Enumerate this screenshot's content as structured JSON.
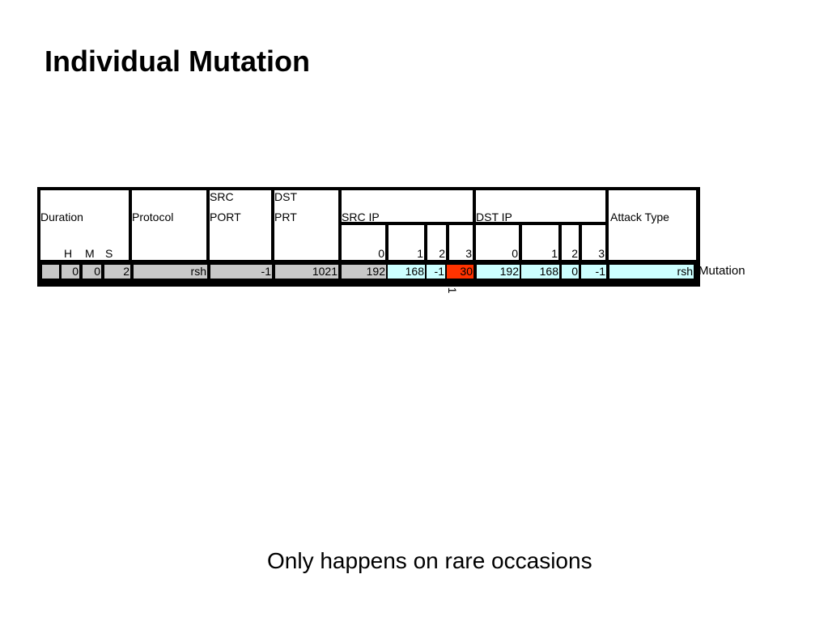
{
  "slide": {
    "title": "Individual Mutation",
    "footnote": "Only happens on rare occasions",
    "row_label": "Mutation"
  },
  "table": {
    "headers": {
      "duration": "Duration",
      "protocol": "Protocol",
      "src_port_1": "SRC",
      "src_port_2": "PORT",
      "dst_port_1": "DST",
      "dst_port_2": "PRT",
      "src_ip": "SRC IP",
      "dst_ip": "DST IP",
      "attack_type": "Attack Type"
    },
    "subheaders": {
      "h": "H",
      "m": "M",
      "s": "S",
      "src_ip_octets": [
        "0",
        "1",
        "2",
        "3"
      ],
      "dst_ip_octets": [
        "0",
        "1",
        "2",
        "3"
      ]
    },
    "row": {
      "h": "0",
      "m": "0",
      "s": "2",
      "protocol": "rsh",
      "src_port": "-1",
      "dst_port": "1021",
      "src_ip": [
        "192",
        "168",
        "-1",
        "30"
      ],
      "dst_ip": [
        "192",
        "168",
        "0",
        "-1"
      ],
      "attack_type": "rsh",
      "overflow_glyph": "-1"
    },
    "colors": {
      "border": "#000000",
      "gray": "#c8c8c8",
      "cyan": "#ccffff",
      "mutated": "#ff3300"
    }
  }
}
